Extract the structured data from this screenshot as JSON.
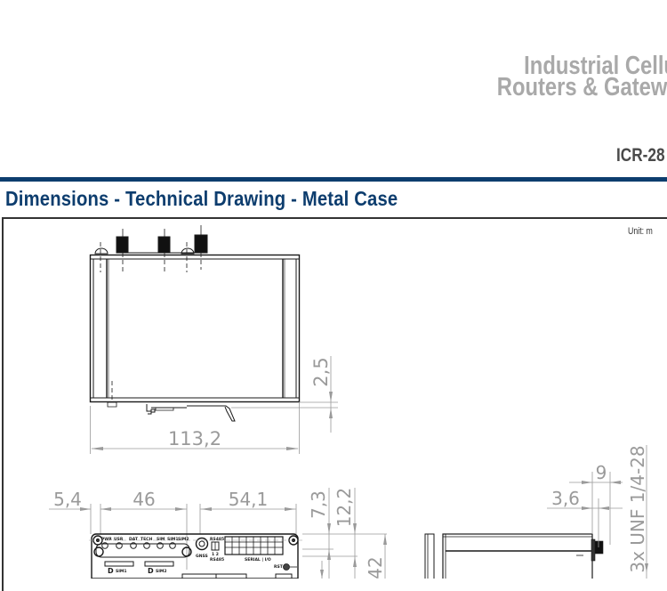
{
  "header": {
    "title_line1": "Industrial Cellular",
    "title_line2": "Routers & Gateways",
    "model": "ICR-28"
  },
  "section": {
    "title": "Dimensions - Technical Drawing - Metal Case",
    "unit_label": "Unit: m"
  },
  "top_view": {
    "dimensions": {
      "width": "113,2",
      "rail_offset": "2,5"
    }
  },
  "front_view": {
    "dimensions": {
      "left_margin": "5,4",
      "led_span": "46",
      "connector_span": "54,1",
      "top_offset_a": "7,3",
      "top_offset_b": "12,2",
      "height": "42"
    },
    "led_labels": [
      "PWR",
      "USR",
      "DAT",
      "TECH",
      "SIM",
      "SIM1",
      "SIM2"
    ],
    "port_labels": {
      "antenna": "GNSS",
      "switch": "RS485",
      "switch_positions": "1 2",
      "terminal": "SERIAL | I/O",
      "reset": "RST",
      "sim1": "SIM1",
      "sim2": "SIM2"
    }
  },
  "side_view": {
    "dimensions": {
      "depth_a": "9",
      "depth_b": "3,6",
      "thread": "3x UNF 1/4-28"
    }
  },
  "colors": {
    "brand_blue": "#0d3d6e",
    "header_gray": "#a9a9a9",
    "dimension_gray": "#9a9a9a",
    "line_black": "#1a1a1a"
  }
}
